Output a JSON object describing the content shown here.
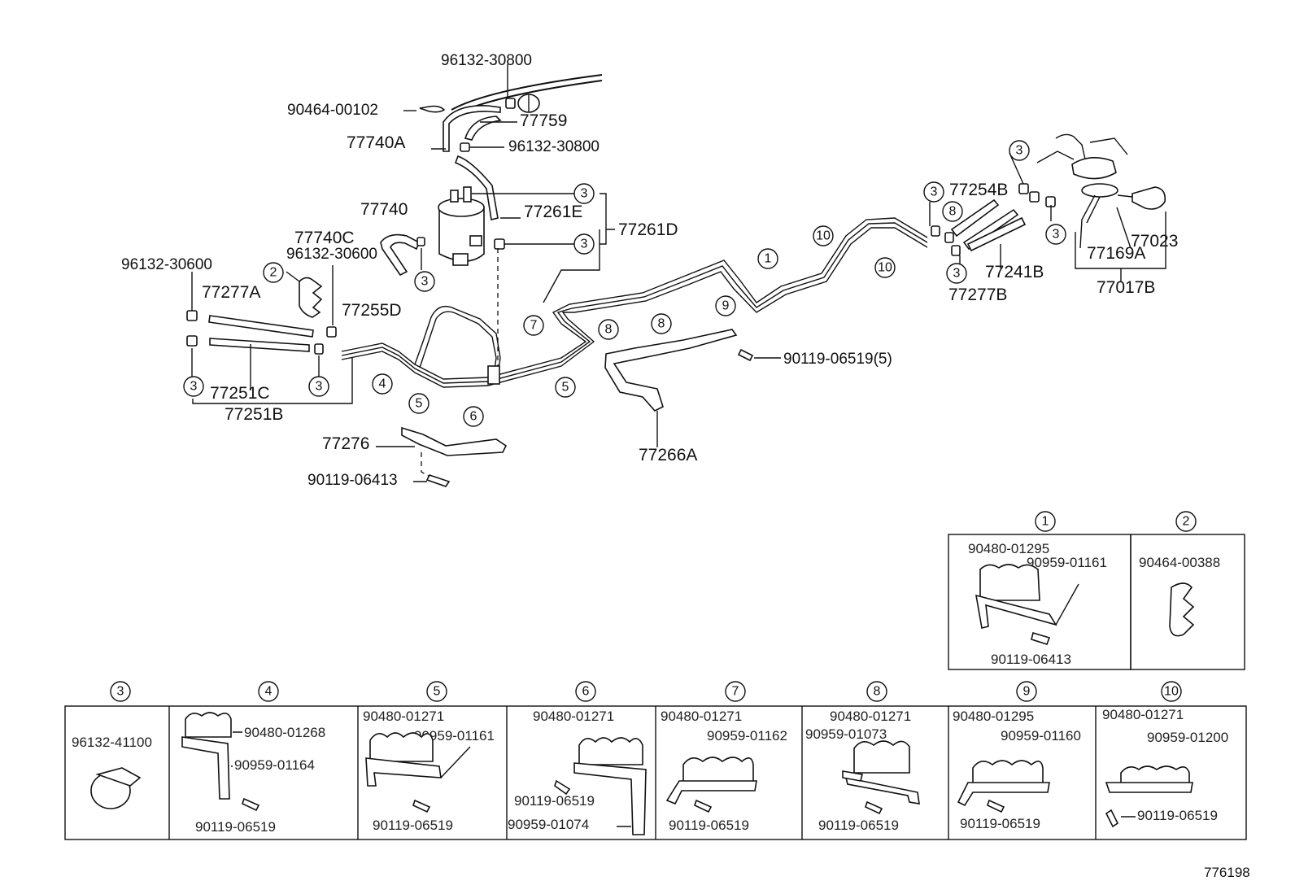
{
  "main": {
    "p_96132_30800_top": "96132-30800",
    "p_90464_00102": "90464-00102",
    "p_77759": "77759",
    "p_77740A": "77740A",
    "p_96132_30800_mid": "96132-30800",
    "p_77740": "77740",
    "p_77261E": "77261E",
    "p_77261D": "77261D",
    "p_77740C": "77740C",
    "p_96132_30600_l": "96132-30600",
    "p_96132_30600_r": "96132-30600",
    "p_77277A": "77277A",
    "p_77255D": "77255D",
    "p_77251C": "77251C",
    "p_77251B": "77251B",
    "p_77276": "77276",
    "p_90119_06413": "90119-06413",
    "p_77266A": "77266A",
    "p_90119_06519_5": "90119-06519(5)",
    "p_77254B": "77254B",
    "p_77241B": "77241B",
    "p_77277B": "77277B",
    "p_77169A": "77169A",
    "p_77023": "77023",
    "p_77017B": "77017B"
  },
  "callouts": [
    "1",
    "2",
    "3",
    "4",
    "5",
    "6",
    "7",
    "8",
    "9",
    "10"
  ],
  "detail_boxes": {
    "box1": {
      "num": "1",
      "a": "90480-01295",
      "b": "90959-01161",
      "c": "90119-06413"
    },
    "box2": {
      "num": "2",
      "a": "90464-00388"
    },
    "box3": {
      "num": "3",
      "a": "96132-41100"
    },
    "box4": {
      "num": "4",
      "a": "90480-01268",
      "b": "90959-01164",
      "c": "90119-06519"
    },
    "box5": {
      "num": "5",
      "a": "90480-01271",
      "b": "90959-01161",
      "c": "90119-06519"
    },
    "box6": {
      "num": "6",
      "a": "90480-01271",
      "b": "90119-06519",
      "c": "90959-01074"
    },
    "box7": {
      "num": "7",
      "a": "90480-01271",
      "b": "90959-01162",
      "c": "90119-06519"
    },
    "box8": {
      "num": "8",
      "a": "90480-01271",
      "b": "90959-01073",
      "c": "90119-06519"
    },
    "box9": {
      "num": "9",
      "a": "90480-01295",
      "b": "90959-01160",
      "c": "90119-06519"
    },
    "box10": {
      "num": "10",
      "a": "90480-01271",
      "b": "90959-01200",
      "c": "90119-06519"
    }
  },
  "footer": {
    "code": "776198"
  }
}
